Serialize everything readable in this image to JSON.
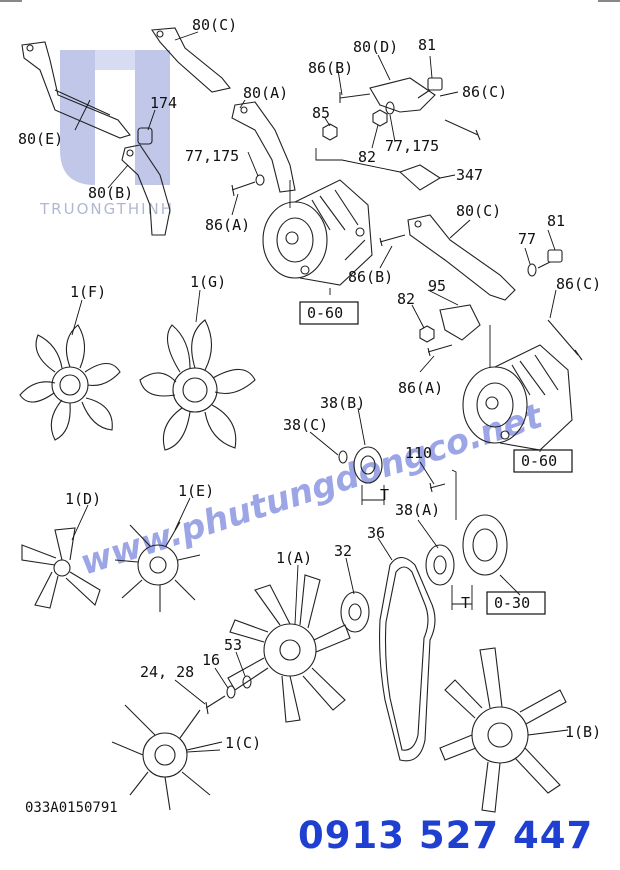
{
  "colors": {
    "ink": "#111111",
    "watermark": "#5b6bd6",
    "brand_watermark": "#6f7fa8",
    "phone": "#1f3fd0"
  },
  "labels": {
    "80C_top": "80(C)",
    "80E": "80(E)",
    "174": "174",
    "80B": "80(B)",
    "80A": "80(A)",
    "85": "85",
    "86B_top": "86(B)",
    "80D": "80(D)",
    "81_top": "81",
    "86C_top": "86(C)",
    "82_top": "82",
    "77175_right": "77,175",
    "77175_left": "77,175",
    "347": "347",
    "86A_top": "86(A)",
    "80C_mid": "80(C)",
    "81_mid": "81",
    "77": "77",
    "86B_mid": "86(B)",
    "86C_mid": "86(C)",
    "95": "95",
    "82_mid": "82",
    "86A_mid": "86(A)",
    "1F": "1(F)",
    "1G": "1(G)",
    "38B": "38(B)",
    "38C": "38(C)",
    "110": "110",
    "T_upper": "T",
    "38A": "38(A)",
    "1D": "1(D)",
    "1E": "1(E)",
    "36": "36",
    "32": "32",
    "1A": "1(A)",
    "T_lower": "T",
    "53": "53",
    "16": "16",
    "2428": "24, 28",
    "1C": "1(C)",
    "1B": "1(B)"
  },
  "ref_boxes": {
    "alt_upper": "0-60",
    "alt_lower": "0-60",
    "pulley": "0-30"
  },
  "diagram_code": "033A0150791",
  "watermark": {
    "brand": "TRUONGTHINH",
    "site": "www.phutungdongco.net"
  },
  "phone": "0913 527 447"
}
